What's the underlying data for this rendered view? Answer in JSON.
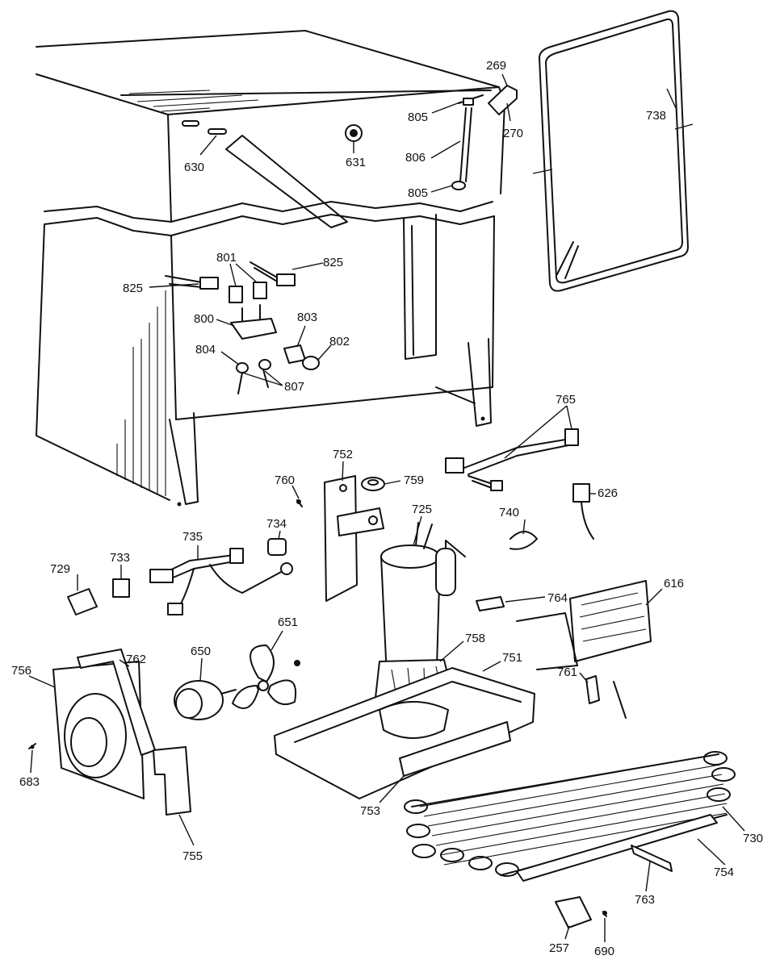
{
  "labels": {
    "p269": "269",
    "p270": "270",
    "p738": "738",
    "p630": "630",
    "p631": "631",
    "p805a": "805",
    "p806": "806",
    "p805b": "805",
    "p801": "801",
    "p825a": "825",
    "p825b": "825",
    "p800": "800",
    "p803": "803",
    "p802": "802",
    "p804": "804",
    "p807": "807",
    "p765": "765",
    "p752": "752",
    "p759": "759",
    "p760": "760",
    "p626": "626",
    "p725": "725",
    "p740": "740",
    "p734": "734",
    "p735": "735",
    "p733": "733",
    "p729": "729",
    "p764": "764",
    "p616": "616",
    "p651": "651",
    "p650": "650",
    "p758": "758",
    "p751": "751",
    "p761": "761",
    "p756": "756",
    "p762": "762",
    "p683": "683",
    "p753": "753",
    "p755": "755",
    "p730": "730",
    "p754": "754",
    "p763": "763",
    "p257": "257",
    "p690": "690"
  }
}
